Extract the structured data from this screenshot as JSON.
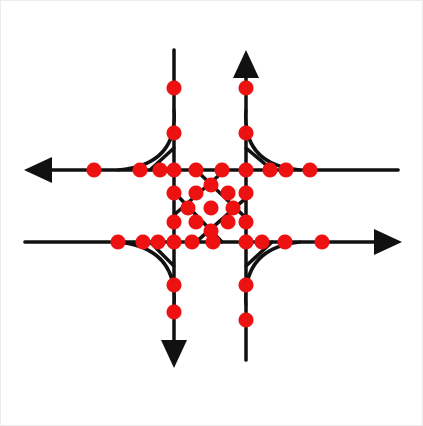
{
  "diagram": {
    "kind": "intersection-conflict-diagram",
    "road_color": "#111111",
    "conflict_point_color": "#ee1111",
    "conflict_point_count": 40,
    "approaches": [
      {
        "direction": "north",
        "arrow": "north-icon"
      },
      {
        "direction": "west",
        "arrow": "west-icon"
      },
      {
        "direction": "south",
        "arrow": "south-icon"
      },
      {
        "direction": "east",
        "arrow": "east-icon"
      }
    ]
  }
}
